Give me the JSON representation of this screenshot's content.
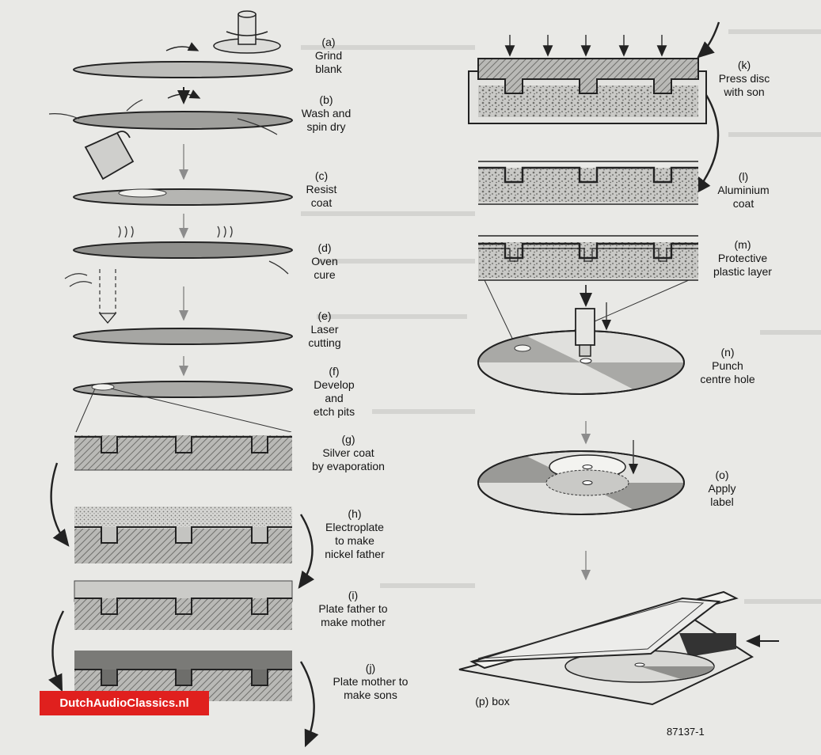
{
  "steps": [
    {
      "tag": "(a)",
      "lines": [
        "Grind",
        "blank"
      ]
    },
    {
      "tag": "(b)",
      "lines": [
        "Wash and",
        "spin dry"
      ]
    },
    {
      "tag": "(c)",
      "lines": [
        "Resist",
        "coat"
      ]
    },
    {
      "tag": "(d)",
      "lines": [
        "Oven",
        "cure"
      ]
    },
    {
      "tag": "(e)",
      "lines": [
        "Laser",
        "cutting"
      ]
    },
    {
      "tag": "(f)",
      "lines": [
        "Develop",
        "and",
        "etch pits"
      ]
    },
    {
      "tag": "(g)",
      "lines": [
        "Silver coat",
        "by evaporation"
      ]
    },
    {
      "tag": "(h)",
      "lines": [
        "Electroplate",
        "to make",
        "nickel father"
      ]
    },
    {
      "tag": "(i)",
      "lines": [
        "Plate father to",
        "make mother"
      ]
    },
    {
      "tag": "(j)",
      "lines": [
        "Plate mother to",
        "make sons"
      ]
    },
    {
      "tag": "(k)",
      "lines": [
        "Press disc",
        "with son"
      ]
    },
    {
      "tag": "(l)",
      "lines": [
        "Aluminium",
        "coat"
      ]
    },
    {
      "tag": "(m)",
      "lines": [
        "Protective",
        "plastic layer"
      ]
    },
    {
      "tag": "(n)",
      "lines": [
        "Punch",
        "centre hole"
      ]
    },
    {
      "tag": "(o)",
      "lines": [
        "Apply",
        "label"
      ]
    },
    {
      "tag": "",
      "lines": [
        "(p) box"
      ]
    }
  ],
  "watermark": "DutchAudioClassics.nl",
  "figure_number": "87137-1",
  "colors": {
    "paper": "#e9e9e6",
    "ink": "#1a1a1a",
    "watermark": "#e0201e",
    "arrow": "#8c8c8c"
  }
}
